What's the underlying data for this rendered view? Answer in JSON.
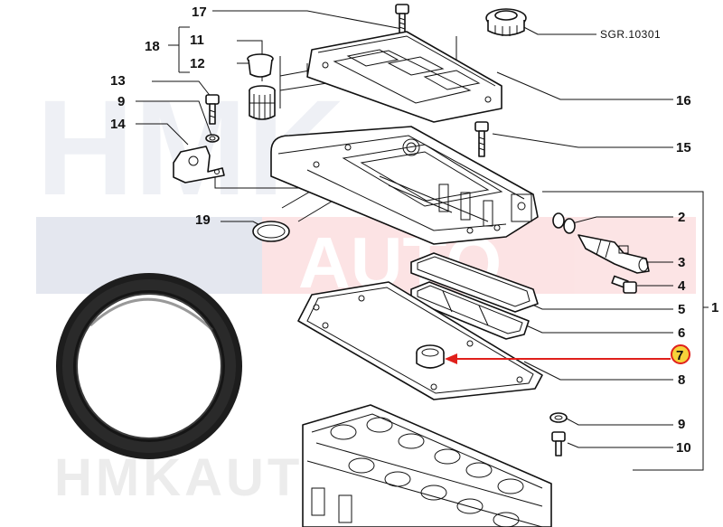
{
  "watermark": {
    "brand": "HMK",
    "sub": "AUTO",
    "bottom": "HMKAUTO.EE",
    "red": "#e8252c",
    "blue": "#1f3b7a"
  },
  "reference_code": "SGR.10301",
  "highlight_color": "#e0201b",
  "highlight_fill": "#f6d23a",
  "callouts": {
    "n17": "17",
    "n18": "18",
    "n11": "11",
    "n12": "12",
    "n13": "13",
    "n9a": "9",
    "n14": "14",
    "n19": "19",
    "n16": "16",
    "n15": "15",
    "n2": "2",
    "n3": "3",
    "n4": "4",
    "n5": "5",
    "n6": "6",
    "n7": "7",
    "n8": "8",
    "n9b": "9",
    "n10": "10",
    "n1": "1"
  }
}
